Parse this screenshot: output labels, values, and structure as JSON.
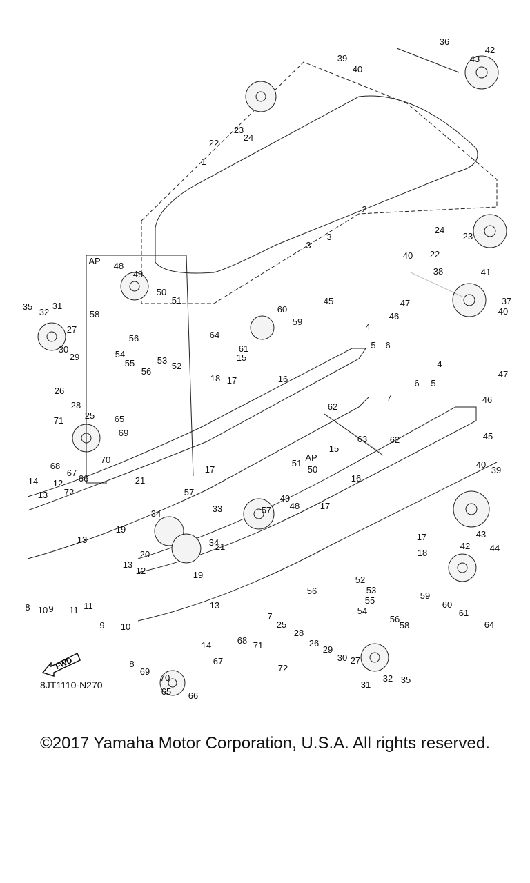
{
  "diagram": {
    "callouts": [
      "36",
      "42",
      "43",
      "39",
      "40",
      "23",
      "24",
      "22",
      "1",
      "2",
      "3",
      "3",
      "24",
      "23",
      "22",
      "AP",
      "48",
      "49",
      "50",
      "51",
      "40",
      "38",
      "41",
      "45",
      "47",
      "46",
      "37",
      "40",
      "35",
      "32",
      "31",
      "27",
      "30",
      "29",
      "58",
      "56",
      "60",
      "59",
      "64",
      "61",
      "4",
      "5",
      "6",
      "54",
      "55",
      "53",
      "52",
      "56",
      "15",
      "18",
      "17",
      "16",
      "26",
      "28",
      "7",
      "25",
      "65",
      "71",
      "69",
      "70",
      "68",
      "67",
      "66",
      "4",
      "6",
      "5",
      "46",
      "47",
      "62",
      "63",
      "62",
      "45",
      "40",
      "39",
      "15",
      "16",
      "AP",
      "51",
      "50",
      "17",
      "17",
      "57",
      "21",
      "48",
      "49",
      "57",
      "14",
      "13",
      "12",
      "72",
      "33",
      "34",
      "19",
      "21",
      "34",
      "20",
      "19",
      "13",
      "43",
      "44",
      "42",
      "17",
      "18",
      "13",
      "12",
      "52",
      "53",
      "55",
      "56",
      "54",
      "56",
      "58",
      "59",
      "60",
      "61",
      "64",
      "8",
      "10",
      "9",
      "11",
      "11",
      "9",
      "10",
      "13",
      "25",
      "28",
      "26",
      "29",
      "30",
      "27",
      "7",
      "14",
      "8",
      "69",
      "70",
      "65",
      "66",
      "68",
      "71",
      "67",
      "72",
      "31",
      "32",
      "35"
    ],
    "fwd_label": "FWD",
    "drawing_code": "8JT1110-N270"
  },
  "footer": {
    "copyright": "©2017 Yamaha Motor Corporation, U.S.A. All rights reserved."
  }
}
